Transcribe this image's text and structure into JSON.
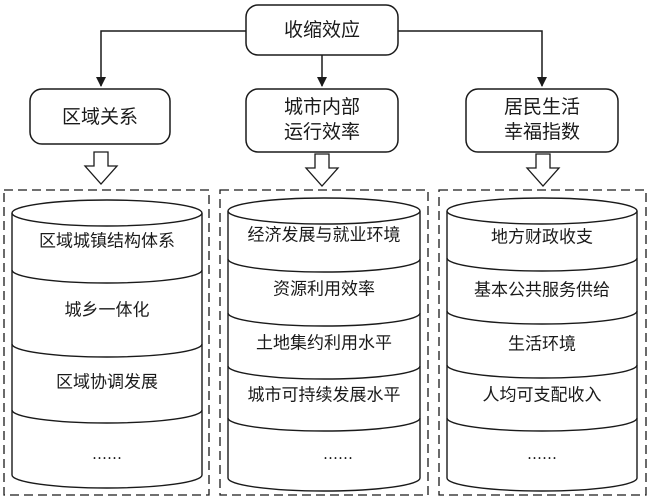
{
  "root": {
    "label": "收缩效应"
  },
  "categories": [
    {
      "label_lines": [
        "区域关系"
      ],
      "items": [
        "区域城镇结构体系",
        "城乡一体化",
        "区域协调发展"
      ],
      "ellipsis": "……"
    },
    {
      "label_lines": [
        "城市内部",
        "运行效率"
      ],
      "items": [
        "经济发展与就业环境",
        "资源利用效率",
        "土地集约利用水平",
        "城市可持续发展水平"
      ],
      "ellipsis": "……"
    },
    {
      "label_lines": [
        "居民生活",
        "幸福指数"
      ],
      "items": [
        "地方财政收支",
        "基本公共服务供给",
        "生活环境",
        "人均可支配收入"
      ],
      "ellipsis": "……"
    }
  ]
}
